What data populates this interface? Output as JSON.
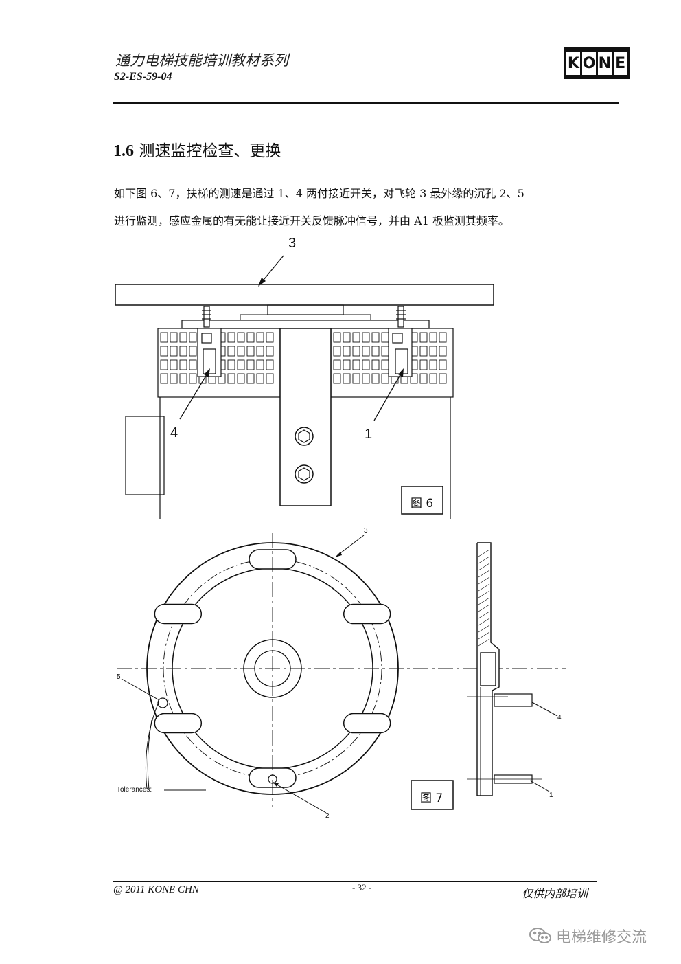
{
  "header": {
    "series_title": "通力电梯技能培训教材系列",
    "doc_code": "S2-ES-59-04",
    "logo_letters": [
      "K",
      "O",
      "N",
      "E"
    ]
  },
  "section": {
    "number": "1.6",
    "title": "测速监控检查、更换"
  },
  "body": {
    "line1": "如下图 6、7，扶梯的测速是通过 1、4 两付接近开关，对飞轮 3 最外缘的沉孔 2、5",
    "line2": "进行监测，感应金属的有无能让接近开关反馈脉冲信号，并由 A1 板监测其频率。"
  },
  "figure6": {
    "caption": "图 6",
    "callout_3": "3",
    "callout_4": "4",
    "callout_1": "1"
  },
  "figure7": {
    "caption": "图 7",
    "callout_3": "3",
    "callout_5": "5",
    "callout_2": "2",
    "callout_4": "4",
    "callout_1": "1",
    "tolerances_label": "Tolerances:"
  },
  "footer": {
    "copyright": "@ 2011 KONE CHN",
    "page": "- 32 -",
    "note": "仅供内部培训"
  },
  "watermark": {
    "text": "电梯维修交流"
  },
  "colors": {
    "ink": "#111111",
    "watermark": "#9a9a9a"
  }
}
